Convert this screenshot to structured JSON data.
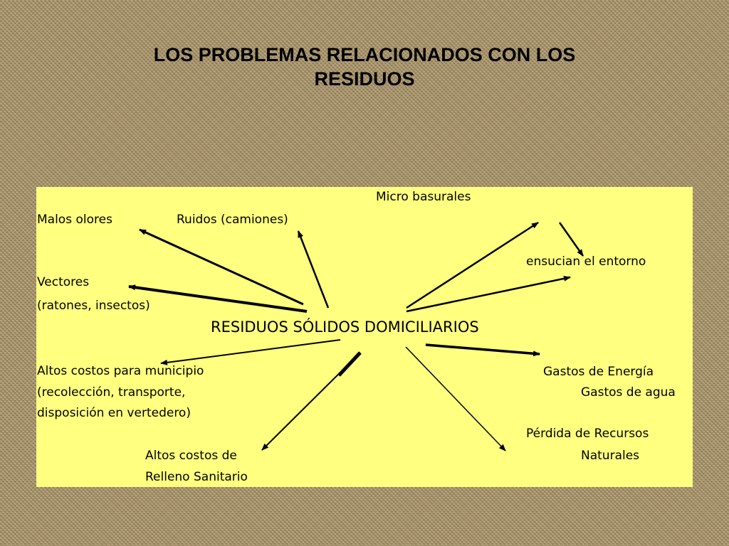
{
  "title": {
    "line1": "LOS PROBLEMAS RELACIONADOS CON LOS",
    "line2": "RESIDUOS"
  },
  "diagram": {
    "center": "RESIDUOS SÓLIDOS DOMICILIARIOS",
    "labels": {
      "micro_basurales": "Micro basurales",
      "malos_olores": "Malos olores",
      "ruidos": "Ruidos (camiones)",
      "ensucian_entorno": "ensucian el entorno",
      "vectores_1": "Vectores",
      "vectores_2": "(ratones, insectos)",
      "altos_costos_municipio_1": "Altos costos para municipio",
      "altos_costos_municipio_2": "(recolección, transporte,",
      "altos_costos_municipio_3": "disposición en vertedero)",
      "gastos_energia": "Gastos de Energía",
      "gastos_agua": "Gastos de agua",
      "perdida_recursos_1": "Pérdida de Recursos",
      "perdida_recursos_2": "Naturales",
      "relleno_1": "Altos costos de",
      "relleno_2": "Relleno Sanitario"
    },
    "colors": {
      "panel": "#ffff80",
      "arrow": "#000000"
    }
  }
}
